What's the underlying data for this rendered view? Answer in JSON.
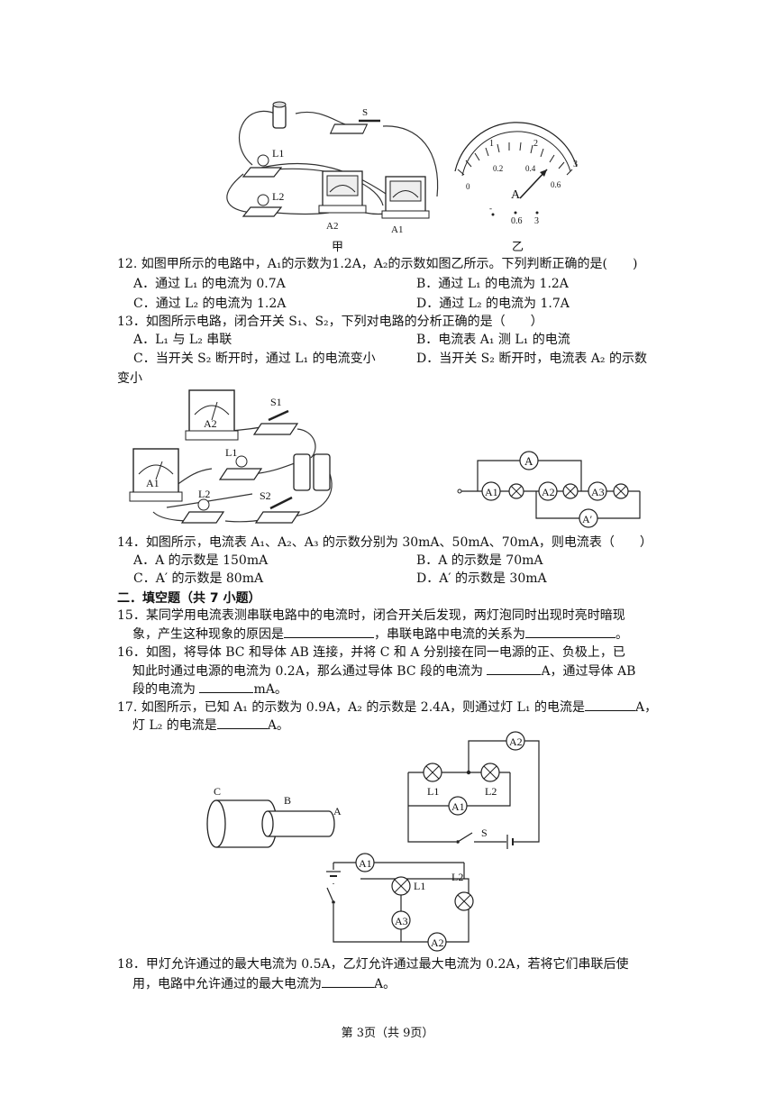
{
  "figures": {
    "fig12": {
      "label_s": "S",
      "label_l1": "L1",
      "label_l2": "L2",
      "label_a1": "A1",
      "label_a2": "A2",
      "caption_jia": "甲",
      "caption_yi": "乙",
      "meter_scale_top": [
        "1",
        "2",
        "3"
      ],
      "meter_scale_bottom": [
        "0",
        "0.2",
        "0.4",
        "0.6"
      ],
      "meter_unit": "A",
      "meter_terminals": [
        "-",
        "0.6",
        "3"
      ]
    },
    "fig13": {
      "label_a1": "A1",
      "label_a2": "A2",
      "label_s1": "S1",
      "label_s2": "S2",
      "label_l1": "L1",
      "label_l2": "L2"
    },
    "fig14": {
      "meters": [
        "A",
        "A1",
        "A2",
        "A3",
        "A′"
      ]
    },
    "fig16": {
      "labels": [
        "C",
        "B",
        "A"
      ]
    },
    "fig17": {
      "labels": [
        "A2",
        "L1",
        "L2",
        "A1",
        "S"
      ]
    },
    "fig18": {
      "labels": [
        "A1",
        "L1",
        "L2",
        "A3",
        "A2"
      ]
    }
  },
  "q12": {
    "stem": "12. 如图甲所示的电路中，A₁的示数为1.2A，A₂的示数如图乙所示。下列判断正确的是(　　)",
    "A": "A．通过 L₁ 的电流为 0.7A",
    "B": "B．通过 L₁ 的电流为 1.2A",
    "C": "C．通过 L₂ 的电流为 1.2A",
    "D": "D．通过 L₂ 的电流为 1.7A"
  },
  "q13": {
    "stem": "13．如图所示电路，闭合开关 S₁、S₂，下列对电路的分析正确的是（　　）",
    "A": "A．L₁ 与 L₂ 串联",
    "B": "B．电流表 A₁ 测 L₁ 的电流",
    "C": "C．当开关 S₂ 断开时，通过 L₁ 的电流变小",
    "D": "D．当开关 S₂ 断开时，电流表 A₂ 的示数",
    "D_cont": "变小"
  },
  "q14": {
    "stem": "14．如图所示，电流表 A₁、A₂、A₃ 的示数分别为 30mA、50mA、70mA，则电流表（　　）",
    "A": "A．A 的示数是 150mA",
    "B": "B．A 的示数是 70mA",
    "C": "C．A′ 的示数是 80mA",
    "D": "D．A′ 的示数是 30mA"
  },
  "section2": "二．填空题（共 7 小题）",
  "q15": {
    "line1a": "15．某同学用电流表测串联电路中的电流时，闭合开关后发现，两灯泡同时出现时亮时暗现",
    "line2a": "象，产生这种现象的原因是",
    "line2b": "，串联电路中电流的关系为",
    "line2c": "。"
  },
  "q16": {
    "line1": "16．如图，将导体 BC 和导体 AB 连接，并将 C 和 A 分别接在同一电源的正、负极上，已",
    "line2a": "知此时通过电源的电流为 0.2A，那么通过导体 BC 段的电流为",
    "line2b": "A，通过导体 AB",
    "line3a": "段的电流为",
    "line3b": "mA。"
  },
  "q17": {
    "line1a": "17. 如图所示，已知 A₁ 的示数为 0.9A，A₂ 的示数是 2.4A，则通过灯 L₁ 的电流是",
    "line1b": "A，",
    "line2a": "灯 L₂ 的电流是",
    "line2b": "A。"
  },
  "q18": {
    "line1": "18．甲灯允许通过的最大电流为 0.5A，乙灯允许通过最大电流为 0.2A，若将它们串联后使",
    "line2a": "用，电路中允许通过的最大电流为",
    "line2b": "A。"
  },
  "footer": "第 3页（共 9页）"
}
